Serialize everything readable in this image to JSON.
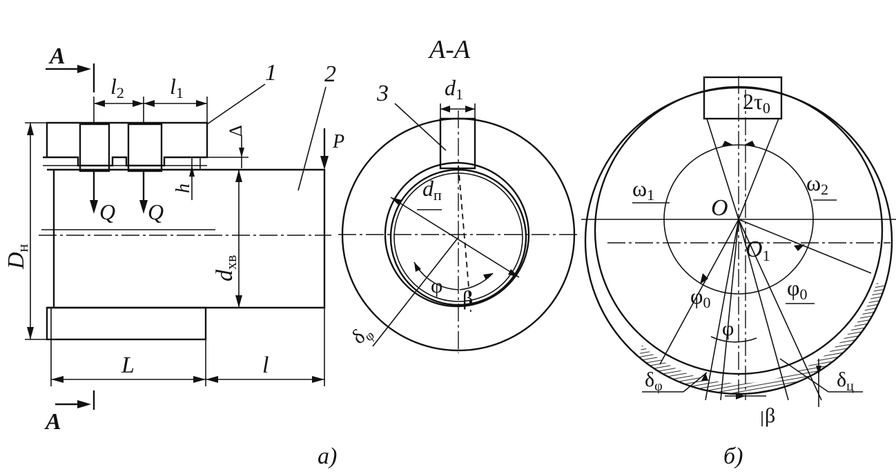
{
  "figure_a": {
    "label": "а)",
    "section_mark": "A",
    "part_1": "1",
    "part_2": "2",
    "dim_l2": "l",
    "dim_l2_sub": "2",
    "dim_l1": "l",
    "dim_l1_sub": "1",
    "dim_delta": "Δ",
    "dim_h": "h",
    "force_p": "P",
    "force_q": "Q",
    "dim_dn": "D",
    "dim_dn_sub": "н",
    "dim_dxv": "d",
    "dim_dxv_sub": "хв",
    "dim_L": "L",
    "dim_l": "l"
  },
  "section": {
    "title": "A-A",
    "part_3": "3",
    "dim_d1": "d",
    "dim_d1_sub": "1",
    "dim_dp": "d",
    "dim_dp_sub": "п",
    "angle_phi": "φ",
    "angle_beta": "β",
    "gap_delta_phi": "δ",
    "gap_delta_phi_sub": "φ"
  },
  "figure_b": {
    "label": "б)",
    "dim_2tau": "2τ",
    "dim_2tau_sub": "0",
    "omega1": "ω",
    "omega1_sub": "1",
    "omega2": "ω",
    "omega2_sub": "2",
    "center_o": "O",
    "center_o1": "O",
    "center_o1_sub": "1",
    "phi0_left": "φ",
    "phi0_left_sub": "0",
    "phi0_right": "φ",
    "phi0_right_sub": "0",
    "angle_phi": "φ",
    "angle_beta": "β",
    "gap_delta_phi": "δ",
    "gap_delta_phi_sub": "φ",
    "gap_delta_c": "δ",
    "gap_delta_c_sub": "ц"
  }
}
